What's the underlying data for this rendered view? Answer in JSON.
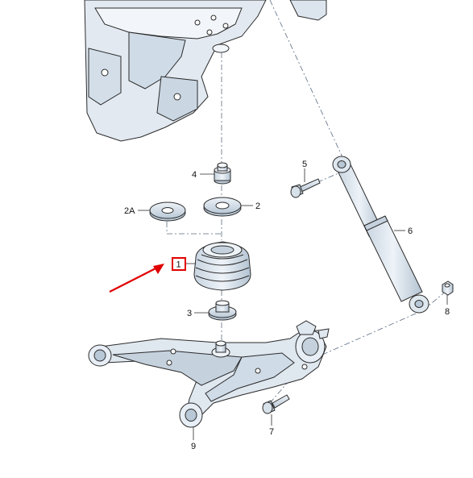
{
  "labels": {
    "part_1": "1",
    "part_2": "2",
    "part_2a": "2A",
    "part_3": "3",
    "part_4": "4",
    "part_5": "5",
    "part_6": "6",
    "part_7": "7",
    "part_8": "8",
    "part_9": "9"
  },
  "colors": {
    "part_fill": "#dfe7ef",
    "part_shade": "#b9c8d6",
    "part_stroke": "#2b2b2b",
    "highlight_box": "#e00000",
    "arrow": "#e00000",
    "leader": "#5a6d82"
  }
}
